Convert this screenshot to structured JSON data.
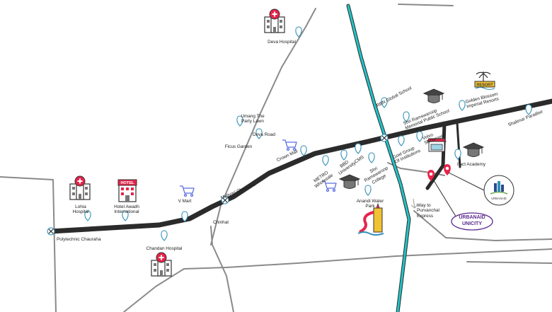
{
  "map": {
    "colors": {
      "highway": "#2b2b2b",
      "road": "#8a8a8a",
      "metro": "#20c4c8",
      "pin": "#2f8fb6",
      "cart": "#5a6ee0",
      "marker": "#e8234a",
      "brand": "#5a2a8f"
    },
    "labels": {
      "polytechnic": "Polytechnic Chauraha",
      "lohia": "Lohia\nHospital",
      "awadh": "Hotel Awadh\nInternational",
      "vmart": "V Mart",
      "chandan": "Chandan Hospital",
      "matiyari": "Matiyari Chauraha",
      "chinhat": "Chinhat",
      "ficus": "Ficus Garden",
      "umang": "Umang The\nParty Lawn",
      "devaroad": "Deva Road",
      "deva": "Deva Hospital",
      "crown": "Crown Mall",
      "metro": "METRO\nWholesale",
      "bbd": "BBD\nUniversity",
      "cms": "CMS",
      "srcollege": "Shri\nRamswaroop\nCollege",
      "anandi": "Anandi Water\nPark",
      "rbn": "RBN Global School",
      "srmps": "Shri Ramswaroop\nMemorial Public School",
      "golden": "Golden Blossom\nImperial Resorts",
      "shalimar": "Shalimar Paradise",
      "goel": "Goel Group\nOf Institutions",
      "volvo": "Volvo\nShowroom",
      "ifact": "Ifact Academy",
      "purvanchal": "Way to\nPurvanchal\nExpress",
      "unicity": "URBANAID\nUNICITY"
    },
    "icon_text": {
      "hotel": "HOTEL",
      "resort": "RESORT",
      "logo": "URBANAID"
    },
    "icons": [
      "hospital-icon",
      "hotel-icon",
      "resort-icon",
      "graduation-cap-icon",
      "shopping-cart-icon",
      "water-park-icon",
      "showroom-icon",
      "location-pin-icon",
      "marker-icon",
      "logo-icon"
    ]
  }
}
